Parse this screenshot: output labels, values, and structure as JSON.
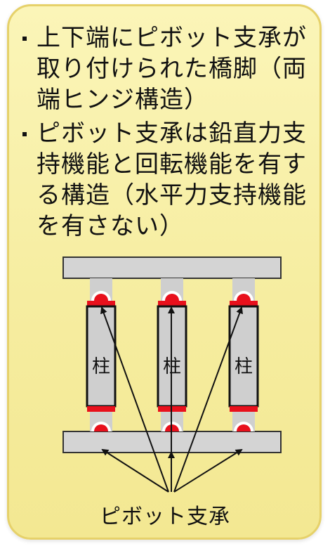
{
  "bullets": [
    "上下端にピボット支承が取り付けられた橋脚（両端ヒンジ構造）",
    "ピボット支承は鉛直力支持機能と回転機能を有する構造（水平力支持機能を有さない）"
  ],
  "column_label": "柱",
  "caption": "ピボット支承",
  "colors": {
    "card_fill": "#f6eda0",
    "beam_fill": "#d4d4d4",
    "column_fill": "#cfcfcf",
    "bearing_red": "#e8101c",
    "bearing_white": "#ffffff"
  }
}
